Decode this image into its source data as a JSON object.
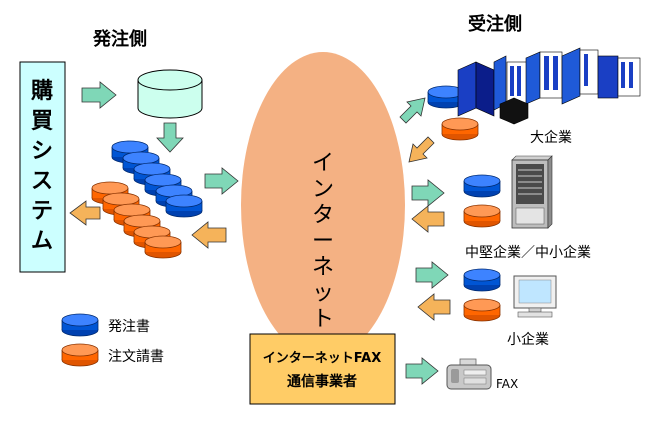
{
  "orderer_title": "発注側",
  "receiver_title": "受注側",
  "purchase_system": [
    "購",
    "買",
    "シ",
    "ス",
    "テ",
    "ム"
  ],
  "internet_label": [
    "イ",
    "ン",
    "タ",
    "ー",
    "ネ",
    "ッ",
    "ト"
  ],
  "legend": [
    {
      "label": "発注書",
      "color": "#0055d4"
    },
    {
      "label": "注文請書",
      "color": "#ff6600"
    }
  ],
  "fax_provider": [
    "インターネットFAX",
    "通信事業者"
  ],
  "large_company": "大企業",
  "mid_small_company": "中堅企業／中小企業",
  "small_company": "小企業",
  "fax": "FAX",
  "colors": {
    "system_box": "#ccffff",
    "internet_ellipse": "#f4b183",
    "fax_box": "#ffcc66",
    "arrow_green": "#7fd7b7",
    "arrow_orange": "#f5b35a",
    "db_top": "#ccffee"
  }
}
